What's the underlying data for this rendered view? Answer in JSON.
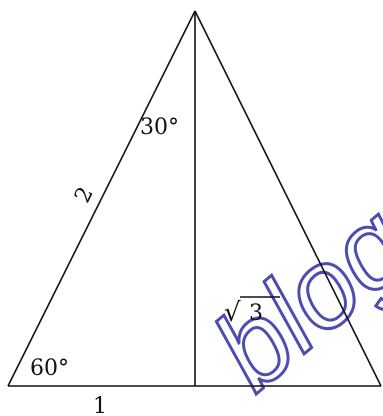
{
  "diagram": {
    "angle_top": "30°",
    "angle_bottom_left": "60°",
    "side_hypotenuse": "2",
    "side_base": "1",
    "side_height": "3",
    "height_radical_symbol": "√"
  },
  "watermark": {
    "text": "blog",
    "color": "#3a3aa8"
  },
  "colors": {
    "stroke": "#111111",
    "background": "#ffffff"
  }
}
